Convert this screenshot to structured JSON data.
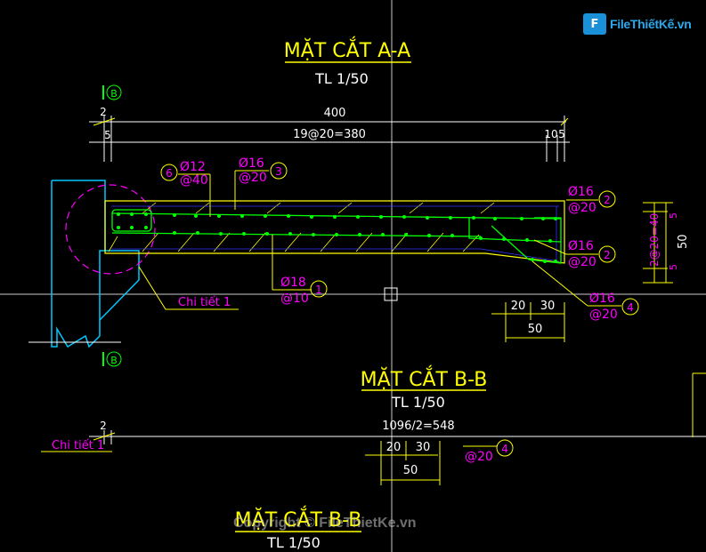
{
  "watermark": {
    "logo_text": "FileThiếtKế.vn",
    "badge": "F",
    "copyright": "Copyright © FileThietKe.vn"
  },
  "section_aa": {
    "title": "MẶT CẮT A-A",
    "scale": "TL 1/50"
  },
  "section_bb": {
    "title": "MẶT CẮT B-B",
    "scale": "TL 1/50"
  },
  "section_bb_bottom": {
    "title": "MẶT CẮT B-B",
    "scale": "TL 1/50"
  },
  "markers": {
    "b_top": "B",
    "b_bottom": "B"
  },
  "dims": {
    "d2_top": "2",
    "d5_top": "5",
    "d400": "400",
    "d380": "19@20=380",
    "d10": "10",
    "d5_right": "5",
    "d20": "20",
    "d30": "30",
    "d50": "50",
    "v40": "2@20=40",
    "v50": "50",
    "v5a": "5",
    "v5b": "5",
    "d2_lower": "2",
    "d548": "1096/2=548",
    "d20_lower": "20",
    "d30_lower": "30",
    "d50_lower": "50"
  },
  "rebars": {
    "r6_dia": "Ø12",
    "r6_sp": "@40",
    "r6_tag": "6",
    "r3_dia": "Ø16",
    "r3_sp": "@20",
    "r3_tag": "3",
    "r2a_dia": "Ø16",
    "r2a_sp": "@20",
    "r2a_tag": "2",
    "r2b_dia": "Ø16",
    "r2b_sp": "@20",
    "r2b_tag": "2",
    "r1_dia": "Ø18",
    "r1_sp": "@10",
    "r1_tag": "1",
    "r4_dia": "Ø16",
    "r4_sp": "@20",
    "r4_tag": "4",
    "r4_lower_sp": "@20",
    "r4_lower_tag": "4"
  },
  "detail_label": "Chi tiết 1",
  "detail_label_lower": "Chi tiết 1",
  "colors": {
    "yellow": "#ffff00",
    "magenta": "#ff00ff",
    "green": "#00ff00",
    "cyan": "#00c8ff",
    "white": "#ffffff",
    "blue": "#3333ff"
  }
}
